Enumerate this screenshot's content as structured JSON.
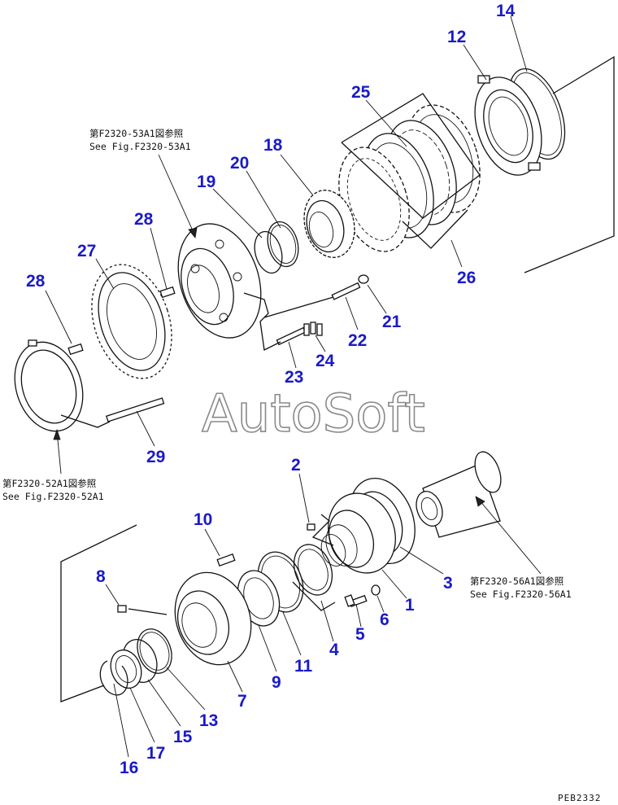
{
  "parts": {
    "p1": "1",
    "p2": "2",
    "p3": "3",
    "p4": "4",
    "p5": "5",
    "p6": "6",
    "p7": "7",
    "p8": "8",
    "p9": "9",
    "p10": "10",
    "p11": "11",
    "p12": "12",
    "p13": "13",
    "p14": "14",
    "p15": "15",
    "p16": "16",
    "p17": "17",
    "p18": "18",
    "p19": "19",
    "p20": "20",
    "p21": "21",
    "p22": "22",
    "p23": "23",
    "p24": "24",
    "p25": "25",
    "p26": "26",
    "p27": "27",
    "p28a": "28",
    "p28b": "28",
    "p29": "29"
  },
  "references": {
    "fig53_jp": "第F2320-53A1図参照",
    "fig53_en": "See Fig.F2320-53A1",
    "fig52_jp": "第F2320-52A1図参照",
    "fig52_en": "See Fig.F2320-52A1",
    "fig56_jp": "第F2320-56A1図参照",
    "fig56_en": "See Fig.F2320-56A1"
  },
  "watermark": "AutoSoft",
  "drawing_code": "PEB2332",
  "colors": {
    "callout": "#1a1ac8",
    "line": "#111111",
    "watermark": "#8a8a8a"
  }
}
